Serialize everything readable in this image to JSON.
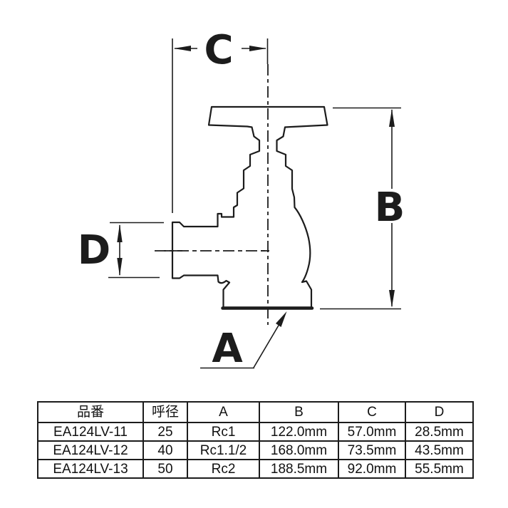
{
  "diagram": {
    "dimension_labels": {
      "a": "A",
      "b": "B",
      "c": "C",
      "d": "D"
    }
  },
  "table": {
    "headers": [
      "品番",
      "呼径",
      "A",
      "B",
      "C",
      "D"
    ],
    "rows": [
      [
        "EA124LV-11",
        "25",
        "Rc1",
        "122.0mm",
        "57.0mm",
        "28.5mm"
      ],
      [
        "EA124LV-12",
        "40",
        "Rc1.1/2",
        "168.0mm",
        "73.5mm",
        "43.5mm"
      ],
      [
        "EA124LV-13",
        "50",
        "Rc2",
        "188.5mm",
        "92.0mm",
        "55.5mm"
      ]
    ]
  },
  "colors": {
    "ink": "#1c1c1c",
    "background": "#ffffff"
  }
}
